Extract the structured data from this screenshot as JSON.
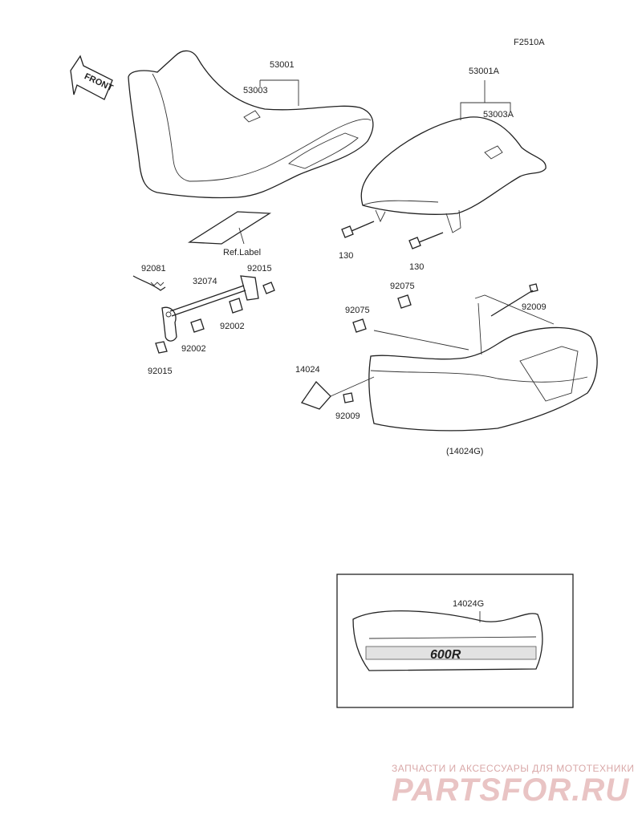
{
  "figure_code": "F2510A",
  "front_label": "FRONT",
  "ref_label": "Ref.Label",
  "parts": {
    "seat_main": "53001",
    "seat_main_cover": "53003",
    "seat_rear": "53001A",
    "seat_rear_cover": "53003A",
    "bolt_left": "130",
    "bolt_right": "130",
    "spring": "92081",
    "rod": "32074",
    "nut_upper": "92015",
    "damper_upper": "92002",
    "damper_lower": "92002",
    "nut_lower": "92015",
    "nut_clip_upper": "92075",
    "nut_clip_lower": "92075",
    "screw_right": "92009",
    "screw_lower": "92009",
    "reflector": "14024",
    "cowl_group": "(14024G)",
    "inset_cowl": "14024G"
  },
  "decal_text": "600R",
  "watermark": {
    "line1": "ЗАПЧАСТИ И АКСЕССУАРЫ ДЛЯ МОТОТЕХНИКИ",
    "line2": "PARTSFOR.RU"
  }
}
